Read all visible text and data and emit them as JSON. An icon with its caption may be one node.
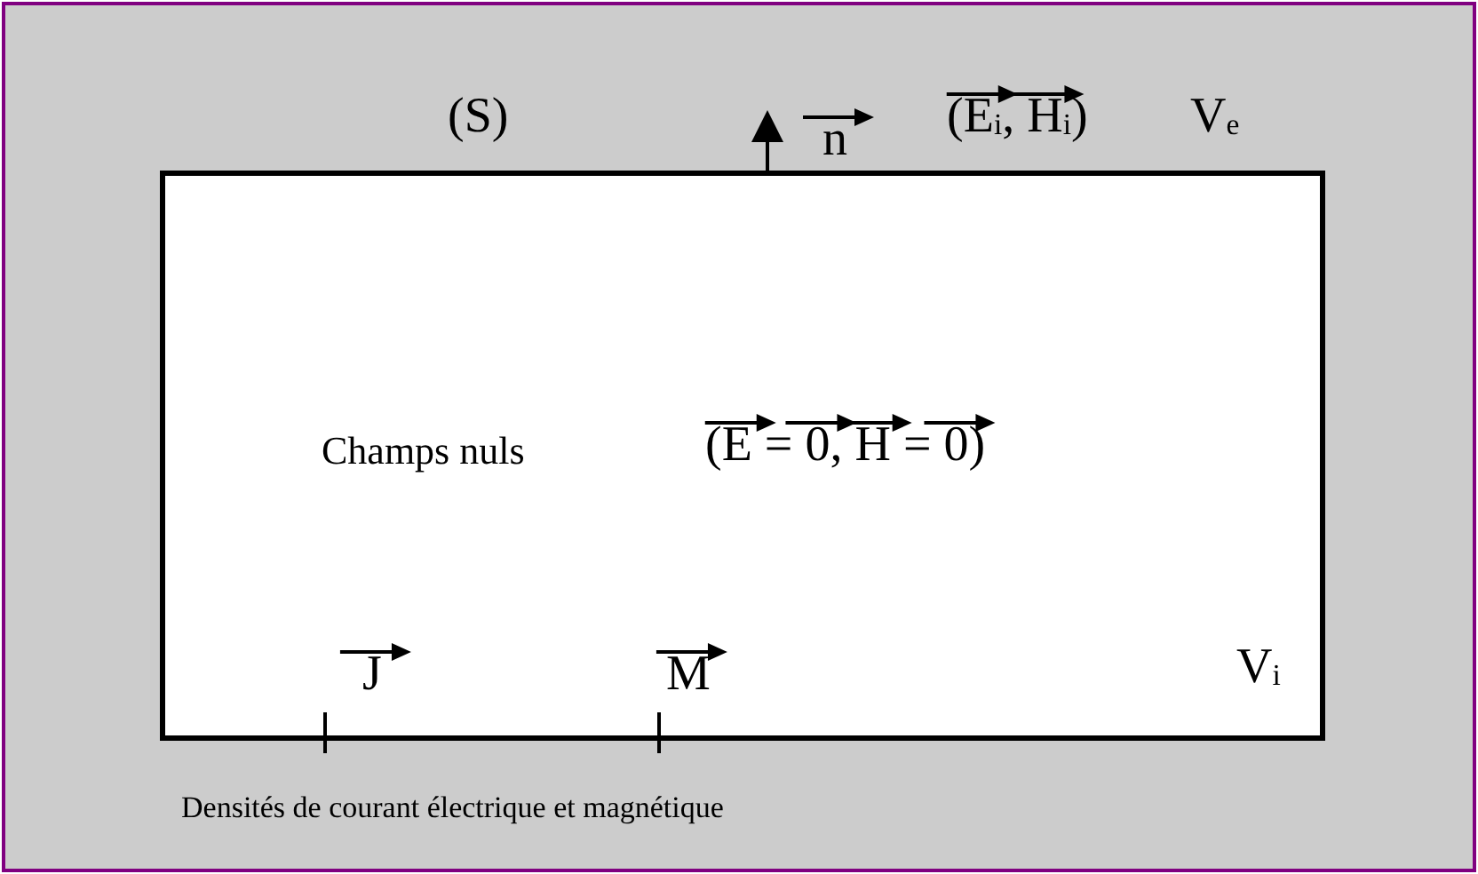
{
  "diagram": {
    "nodes": [
      {
        "text": [
          "Champs nuls",
          "(E = 0, H = 0)",
          "J",
          "M",
          "V$_{i}$"
        ]
      }
    ],
    "labels": [
      "(S)",
      "n",
      "(E$_{i}$, H$_{i}$)",
      "V$_{e}$",
      "Densités de courant électrique et magnétique"
    ]
  }
}
